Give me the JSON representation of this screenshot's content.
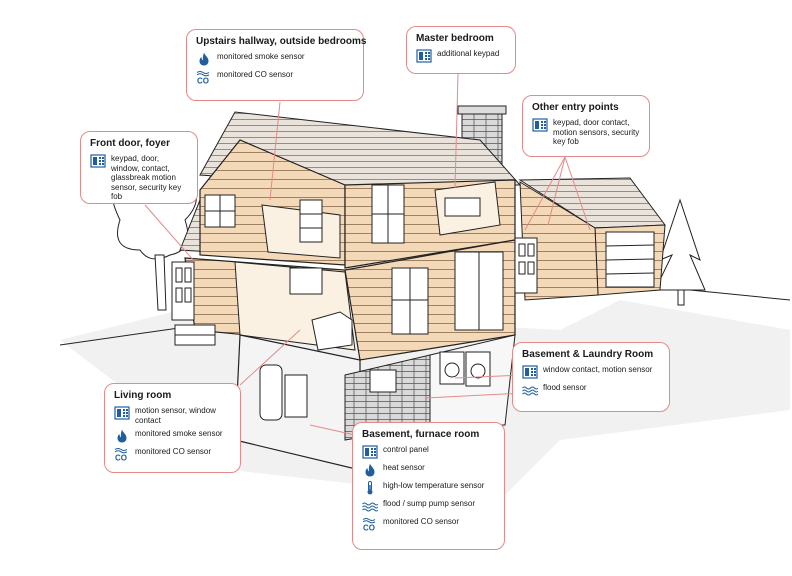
{
  "colors": {
    "accent_line": "#e58a8a",
    "icon_blue": "#1f5f9e",
    "wall": "#f4d9b8",
    "outline": "#1a1a1a"
  },
  "callouts": {
    "hallway": {
      "title": "Upstairs hallway, outside bedrooms",
      "items": [
        {
          "icon": "flame-icon",
          "label": "monitored smoke sensor"
        },
        {
          "icon": "co-icon",
          "label": "monitored CO sensor"
        }
      ]
    },
    "master": {
      "title": "Master bedroom",
      "items": [
        {
          "icon": "keypad-icon",
          "label": "additional keypad"
        }
      ]
    },
    "front": {
      "title": "Front door, foyer",
      "items": [
        {
          "icon": "keypad-icon",
          "label": "keypad, door, window, contact, glassbreak motion sensor, security key fob"
        }
      ]
    },
    "entry": {
      "title": "Other entry points",
      "items": [
        {
          "icon": "keypad-icon",
          "label": "keypad, door contact, motion sensors, security key fob"
        }
      ]
    },
    "basement_laundry": {
      "title": "Basement & Laundry Room",
      "items": [
        {
          "icon": "keypad-icon",
          "label": "window contact, motion sensor"
        },
        {
          "icon": "flood-icon",
          "label": "flood sensor"
        }
      ]
    },
    "living": {
      "title": "Living room",
      "items": [
        {
          "icon": "keypad-icon",
          "label": "motion sensor, window contact"
        },
        {
          "icon": "flame-icon",
          "label": "monitored smoke sensor"
        },
        {
          "icon": "co-icon",
          "label": "monitored CO sensor"
        }
      ]
    },
    "furnace": {
      "title": "Basement, furnace room",
      "items": [
        {
          "icon": "keypad-icon",
          "label": "control panel"
        },
        {
          "icon": "flame-icon",
          "label": "heat sensor"
        },
        {
          "icon": "thermometer-icon",
          "label": "high-low temperature sensor"
        },
        {
          "icon": "flood-icon",
          "label": "flood / sump pump sensor"
        },
        {
          "icon": "co-icon",
          "label": "monitored CO sensor"
        }
      ]
    }
  }
}
